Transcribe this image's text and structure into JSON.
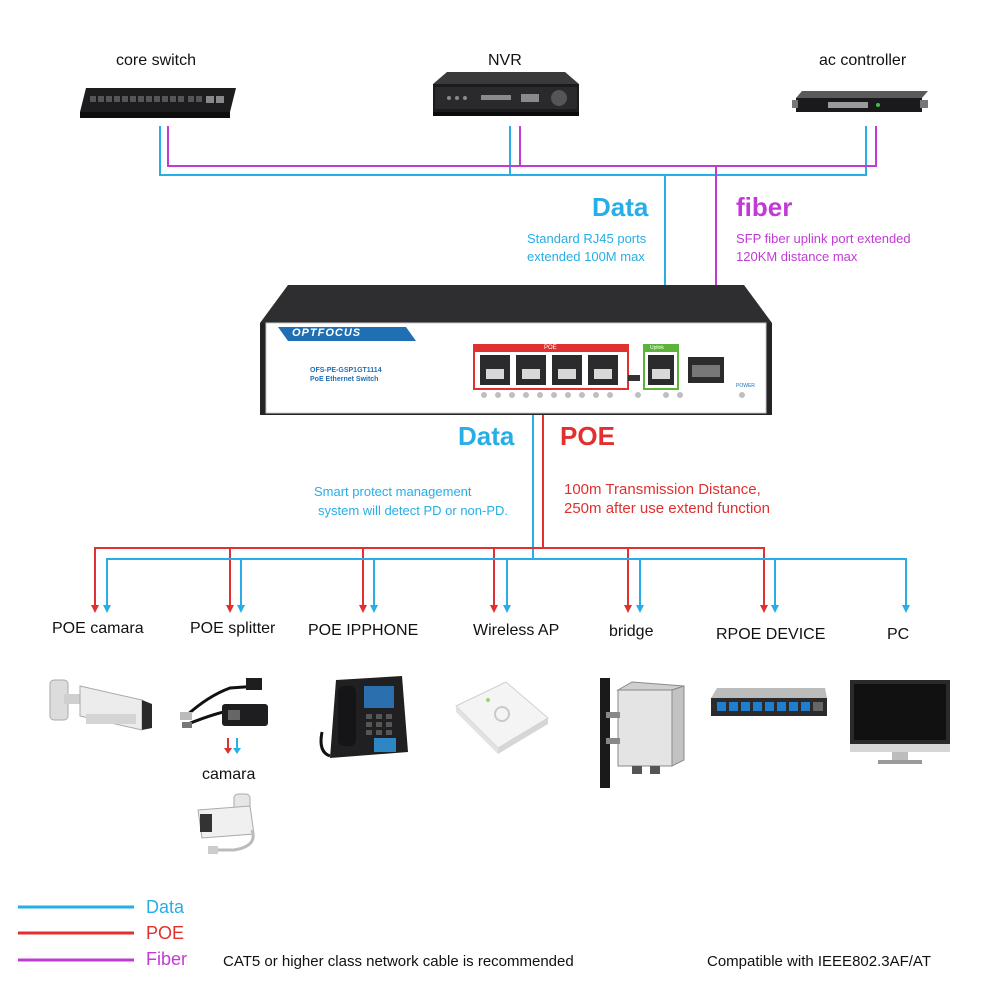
{
  "top_devices": {
    "core_switch": "core switch",
    "nvr": "NVR",
    "ac_controller": "ac controller"
  },
  "uplink": {
    "data_title": "Data",
    "data_note_line1": "Standard RJ45 ports",
    "data_note_line2": "extended 100M max",
    "fiber_title": "fiber",
    "fiber_note_line1": "SFP fiber uplink port extended",
    "fiber_note_line2": "120KM distance max"
  },
  "switch": {
    "brand": "OPTFOCUS",
    "model": "OFS-PE-GSP1GT1114",
    "description": "PoE Ethernet Switch",
    "poe_group_label": "POE",
    "uplink_label": "Uplink",
    "power_label": "POWER"
  },
  "downlink": {
    "data_title": "Data",
    "poe_title": "POE",
    "smart_note_line1": "Smart protect management",
    "smart_note_line2": "system will detect PD or non-PD.",
    "distance_line1": "100m Transmission Distance,",
    "distance_line2": "250m after use extend function"
  },
  "endpoints": [
    {
      "label": "POE camara",
      "icon": "bullet-camera-icon"
    },
    {
      "label": "POE splitter",
      "icon": "poe-splitter-icon"
    },
    {
      "label": "POE IPPHONE",
      "icon": "ip-phone-icon"
    },
    {
      "label": "Wireless AP",
      "icon": "wireless-ap-icon"
    },
    {
      "label": "bridge",
      "icon": "outdoor-bridge-icon"
    },
    {
      "label": "RPOE DEVICE",
      "icon": "rpoe-switch-icon"
    },
    {
      "label": "PC",
      "icon": "monitor-icon"
    }
  ],
  "splitter_output": {
    "label": "camara"
  },
  "legend": {
    "data": "Data",
    "poe": "POE",
    "fiber": "Fiber"
  },
  "footer": {
    "cable_note": "CAT5 or higher class network cable is recommended",
    "compat_note": "Compatible with IEEE802.3AF/AT"
  },
  "colors": {
    "data": "#27aee6",
    "poe": "#e0302f",
    "fiber": "#c23ad6"
  }
}
